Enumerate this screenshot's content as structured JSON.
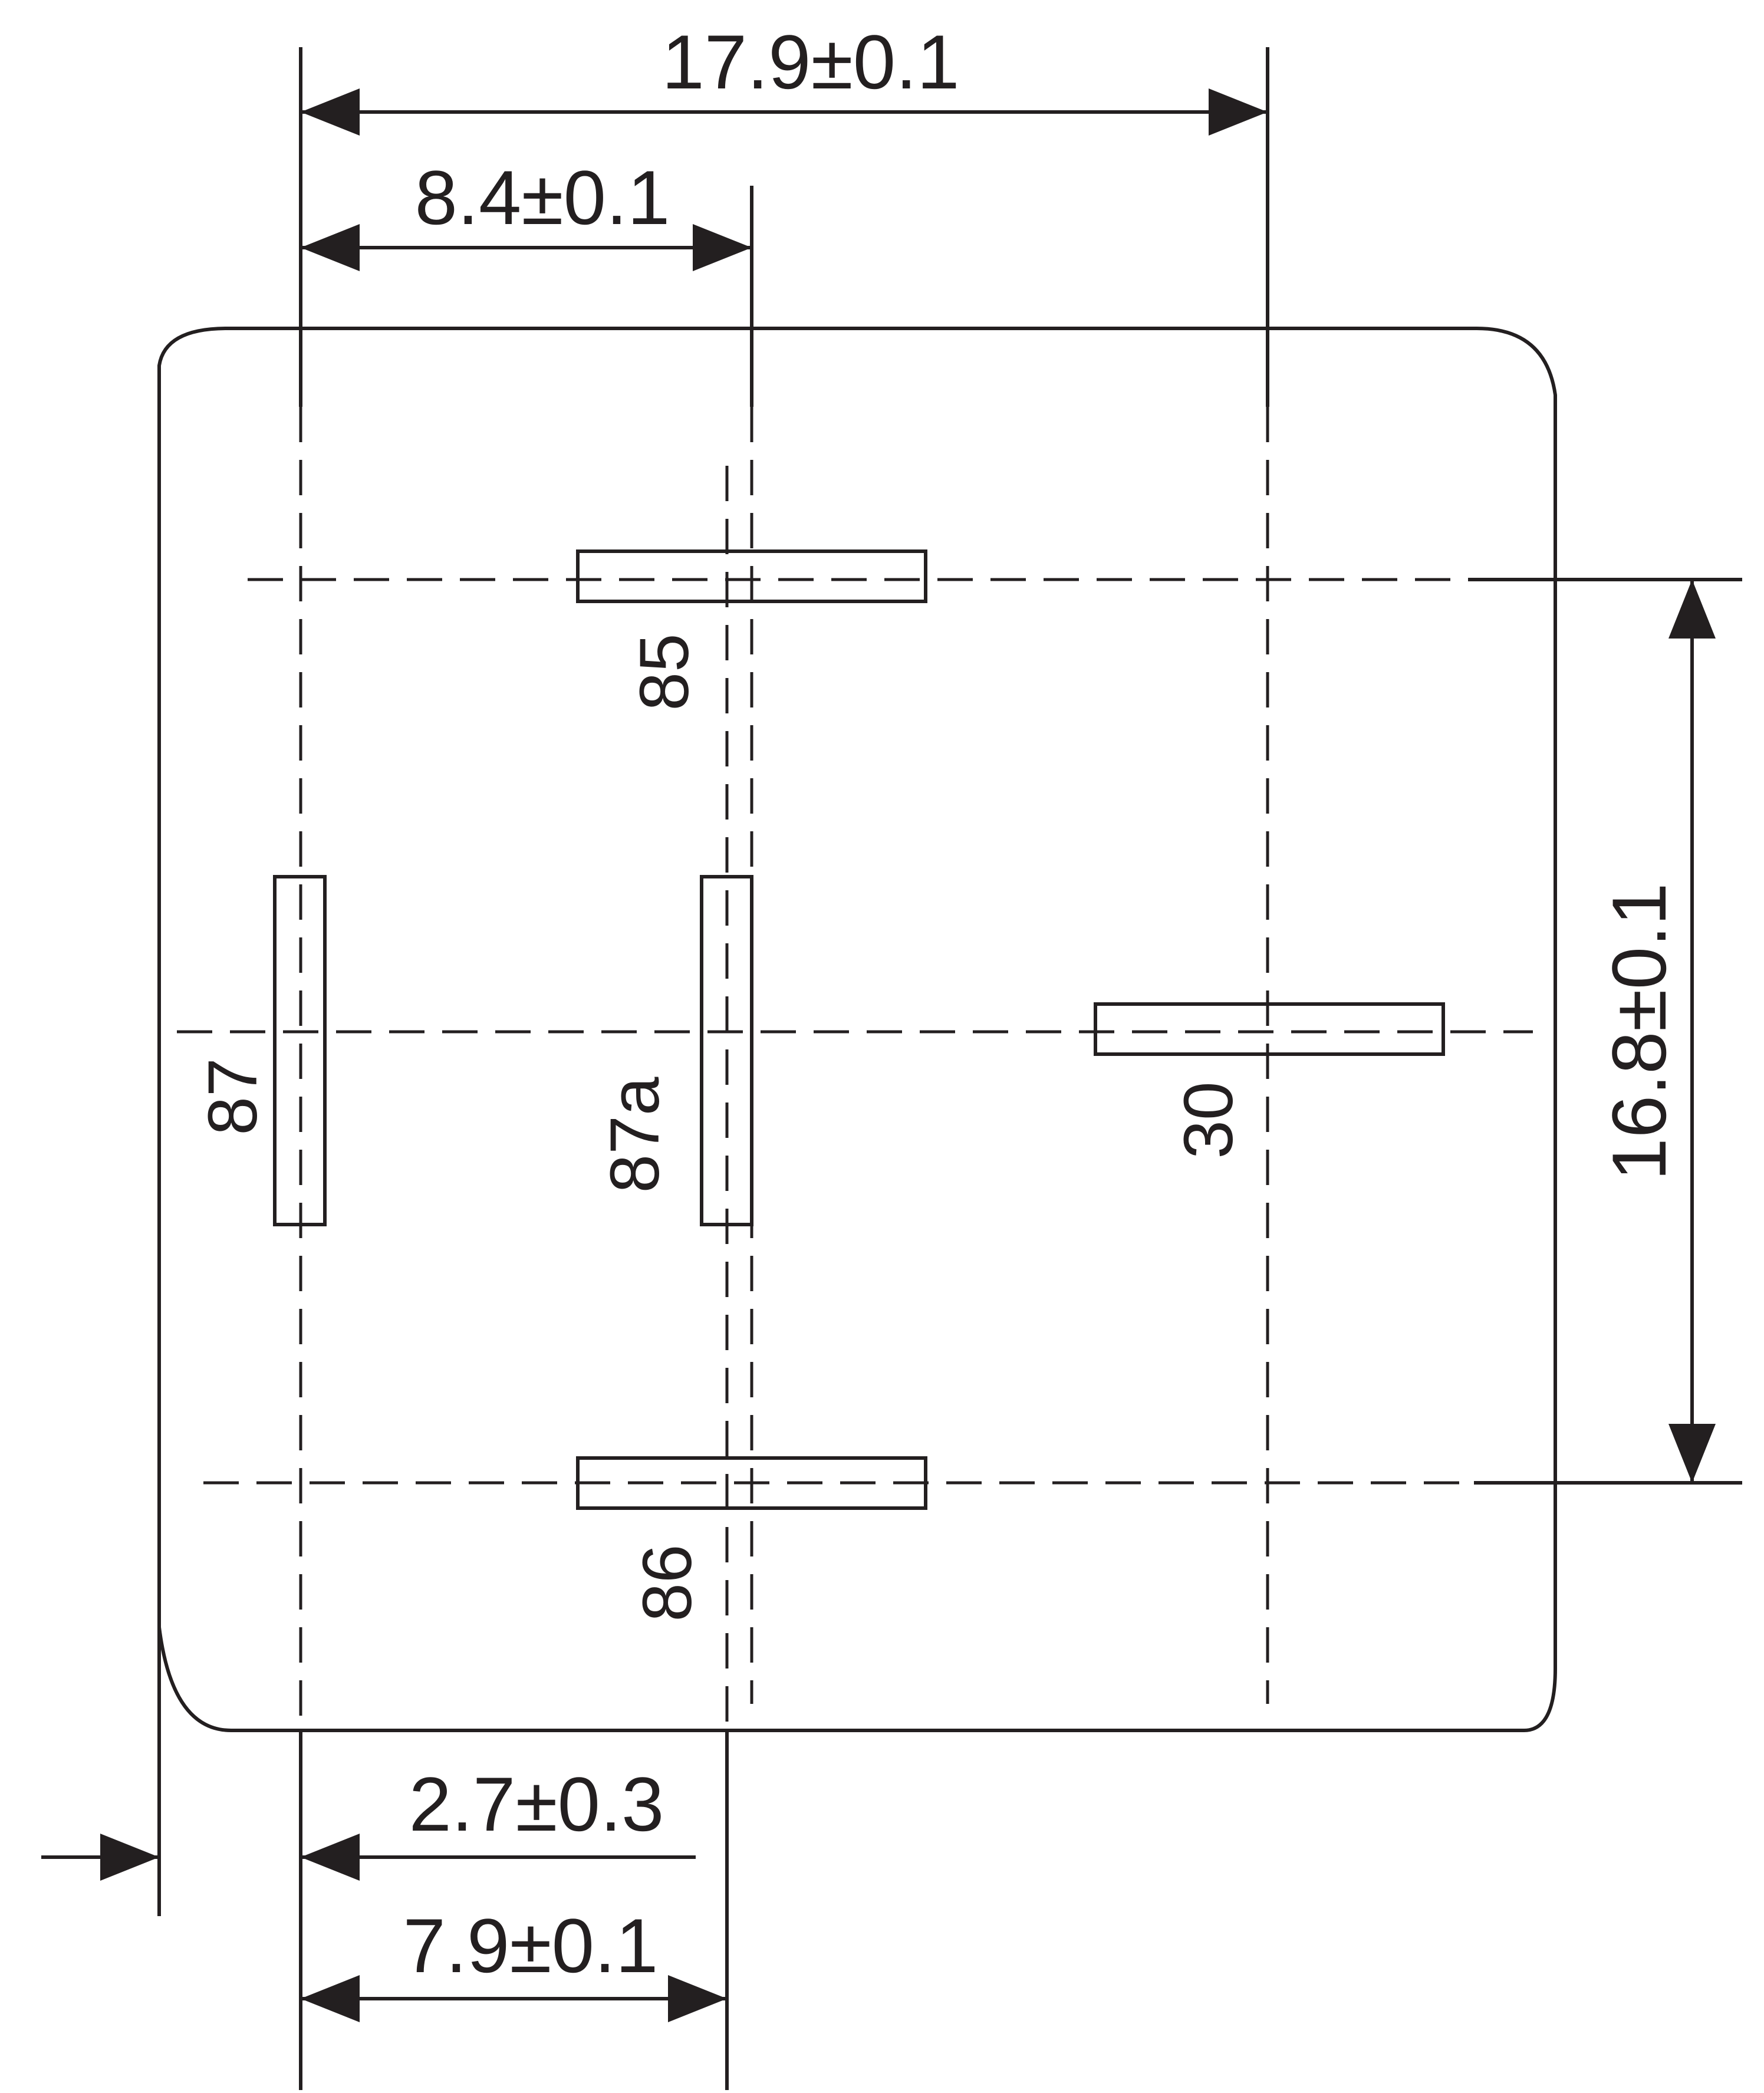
{
  "diagram": {
    "line_color": "#231f20",
    "dimensions": {
      "top_width": "17.9±0.1",
      "top_offset": "8.4±0.1",
      "right_height": "16.8±0.1",
      "bottom_offset_small": "2.7±0.3",
      "bottom_offset": "7.9±0.1"
    },
    "pins": {
      "pin_85": "85",
      "pin_87": "87",
      "pin_87a": "87a",
      "pin_30": "30",
      "pin_86": "86"
    }
  }
}
